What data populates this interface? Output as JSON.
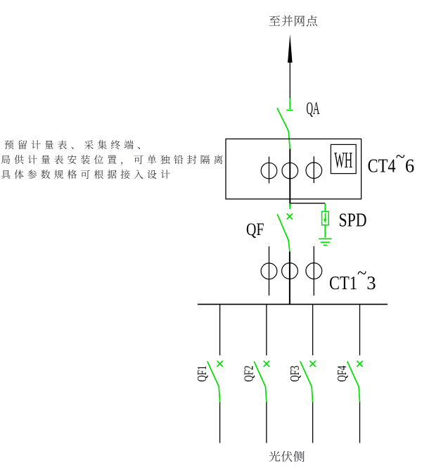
{
  "colors": {
    "accent_green": "#00dd00",
    "line_black": "#000000",
    "cjk_text": "#3a3a40",
    "label_text": "#050505"
  },
  "header": {
    "grid_point_label": "至并网点"
  },
  "note": {
    "line1": "预留计量表、采集终端、",
    "line2": "局供计量表安装位置，可单独铅封隔离",
    "line3": "具体参数规格可根据接入设计"
  },
  "devices": {
    "incoming_switch_label": "QA",
    "metering_ct_label": {
      "pre": "CT4",
      "tilde": "~",
      "post": "6"
    },
    "energy_meter_label": "WH",
    "main_breaker_label": "QF",
    "surge_protector_label": "SPD",
    "feeder_ct_label": {
      "pre": "CT1",
      "tilde": "~",
      "post": "3"
    },
    "feeders": [
      {
        "label": "QF1"
      },
      {
        "label": "QF2"
      },
      {
        "label": "QF3"
      },
      {
        "label": "QF4"
      }
    ]
  },
  "footer": {
    "pv_side_label": "光伏侧"
  }
}
